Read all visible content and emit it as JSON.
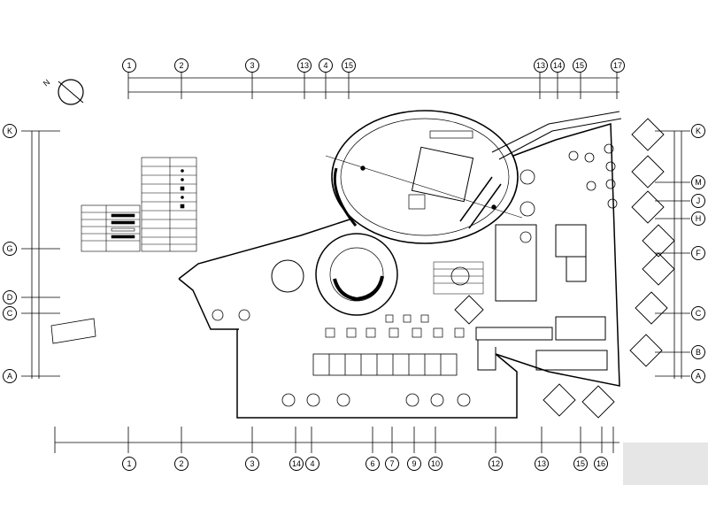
{
  "north_arrow": {
    "label": "N"
  },
  "top_axes": [
    "1",
    "2",
    "3",
    "13",
    "4",
    "15",
    "13",
    "14",
    "15",
    "17"
  ],
  "bottom_axes": [
    "1",
    "2",
    "3",
    "14",
    "4",
    "6",
    "7",
    "9",
    "10",
    "12",
    "13",
    "15",
    "16"
  ],
  "left_axes": [
    "K",
    "G",
    "D",
    "C",
    "A"
  ],
  "right_axes": [
    "K",
    "M",
    "J",
    "H",
    "F",
    "C",
    "B",
    "A"
  ],
  "colors": {
    "line": "#000000",
    "paper": "#ffffff"
  },
  "legend_icons": [
    "legend-symbol-icon"
  ]
}
